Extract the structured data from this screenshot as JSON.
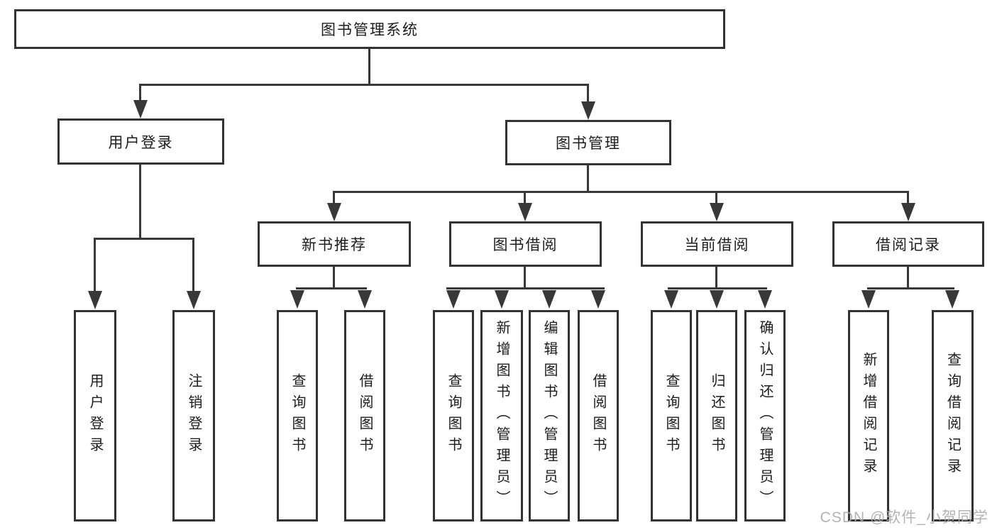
{
  "diagram": {
    "root": {
      "label": "图书管理系统"
    },
    "level2": {
      "user_login": {
        "label": "用户登录"
      },
      "book_mgmt": {
        "label": "图书管理"
      }
    },
    "level3": {
      "new_book_rec": {
        "label": "新书推荐"
      },
      "book_borrow": {
        "label": "图书借阅"
      },
      "current_borrow": {
        "label": "当前借阅"
      },
      "borrow_records": {
        "label": "借阅记录"
      }
    },
    "leaves": {
      "user_login": {
        "label": "用户登录"
      },
      "logout": {
        "label": "注销登录"
      },
      "nbr_query_books": {
        "label": "查询图书"
      },
      "nbr_borrow_books": {
        "label": "借阅图书"
      },
      "bb_query_books": {
        "label": "查询图书"
      },
      "bb_add_books": {
        "label": "新增图书（管理员）"
      },
      "bb_edit_books": {
        "label": "编辑图书（管理员）"
      },
      "bb_borrow_books": {
        "label": "借阅图书"
      },
      "cb_query_books": {
        "label": "查询图书"
      },
      "cb_return_books": {
        "label": "归还图书"
      },
      "cb_confirm_return": {
        "label": "确认归还（管理员）"
      },
      "br_add_record": {
        "label": "新增借阅记录"
      },
      "br_query_record": {
        "label": "查询借阅记录"
      }
    },
    "colors": {
      "line": "#383838",
      "box_border": "#333333",
      "box_fill": "#ffffff",
      "text": "#1c1c1c",
      "watermark": "#ababab"
    },
    "watermark": "CSDN @软件_小贺同学"
  }
}
